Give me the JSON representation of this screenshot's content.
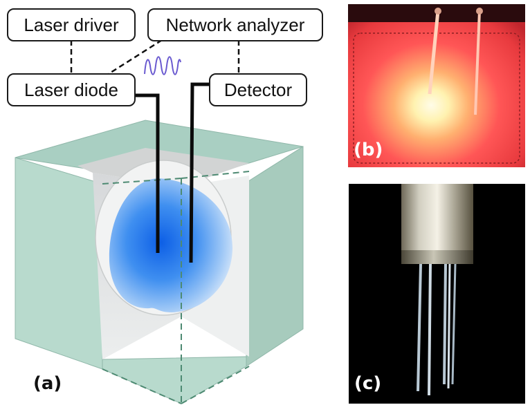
{
  "boxes": {
    "laser_driver": "Laser driver",
    "network_analyzer": "Network analyzer",
    "laser_diode": "Laser diode",
    "detector": "Detector"
  },
  "panels": {
    "a": "(a)",
    "b": "(b)",
    "c": "(c)"
  },
  "colors": {
    "tank_green": "#b7d8cc",
    "sphere_blue": "#1f6fe8",
    "modulation_wave": "#6a5ad0",
    "laser_red": "#ff4a4a"
  },
  "icons": {
    "modulation": "sine-wave-icon"
  }
}
